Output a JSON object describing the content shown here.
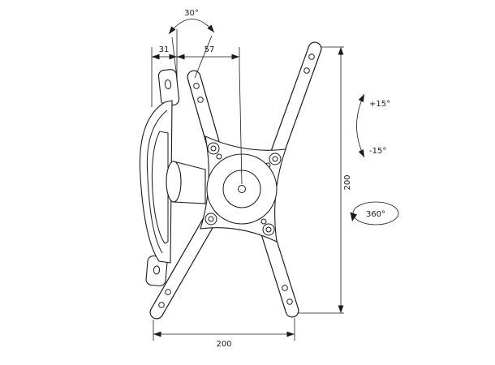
{
  "colors": {
    "background": "#ffffff",
    "line": "#1a1a1a",
    "dimension": "#1a1a1a"
  },
  "diagram": {
    "labels": {
      "swivel_angle": "30°",
      "offset_a": "31",
      "offset_b": "57",
      "tilt_up": "+15°",
      "tilt_down": "-15°",
      "rotation": "360°",
      "height": "200",
      "width": "200"
    }
  }
}
